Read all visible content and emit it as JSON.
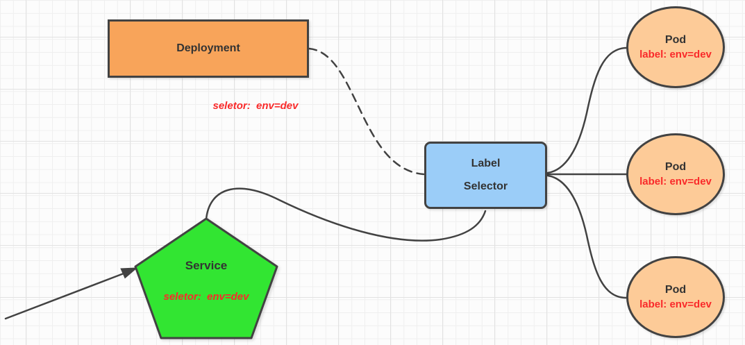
{
  "diagram": {
    "deployment": {
      "label": "Deployment",
      "note": "seletor:  env=dev"
    },
    "label_selector": {
      "line1": "Label",
      "line2": "Selector"
    },
    "service": {
      "label": "Service",
      "note": "seletor:  env=dev"
    },
    "pods": [
      {
        "name": "Pod",
        "tag": "label: env=dev"
      },
      {
        "name": "Pod",
        "tag": "label: env=dev"
      },
      {
        "name": "Pod",
        "tag": "label: env=dev"
      }
    ],
    "colors": {
      "deployment_fill": "#F8A45A",
      "selector_fill": "#9BCDF8",
      "service_fill": "#32E532",
      "pod_fill": "#FDCB98",
      "stroke": "#424242",
      "red_text": "#F92A2A",
      "dark_text": "#333333"
    }
  }
}
